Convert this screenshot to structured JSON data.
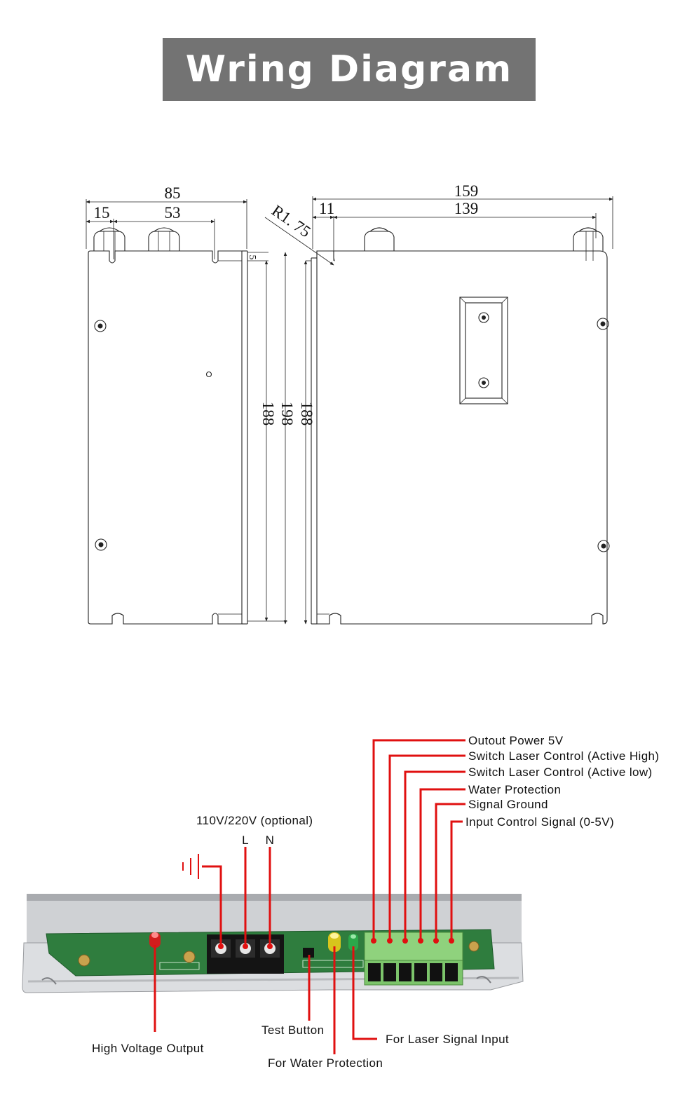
{
  "title": "Wring Diagram",
  "dimensions": {
    "width_total": "85",
    "offset_left": "15",
    "hole_spacing": "53",
    "depth_total": "159",
    "offset_edge": "11",
    "hole_spacing_side": "139",
    "radius": "R1. 75",
    "small": "5",
    "height_inner": "188",
    "height_total": "198",
    "height_side": "188"
  },
  "labels": {
    "input_voltage": "110V/220V (optional)",
    "live": "L",
    "neutral": "N",
    "terminals": [
      "Outout Power 5V",
      "Switch Laser Control (Active High)",
      "Switch Laser Control (Active low)",
      "Water Protection",
      "Signal Ground",
      "Input Control Signal (0-5V)"
    ],
    "high_voltage": "High Voltage Output",
    "test_button": "Test Button",
    "water_protection": "For Water Protection",
    "laser_signal": "For Laser Signal Input"
  },
  "colors": {
    "banner": "#737373",
    "callout": "#e01010",
    "pcb": "#2f7d3e",
    "terminal_block": "#7cc46b"
  }
}
